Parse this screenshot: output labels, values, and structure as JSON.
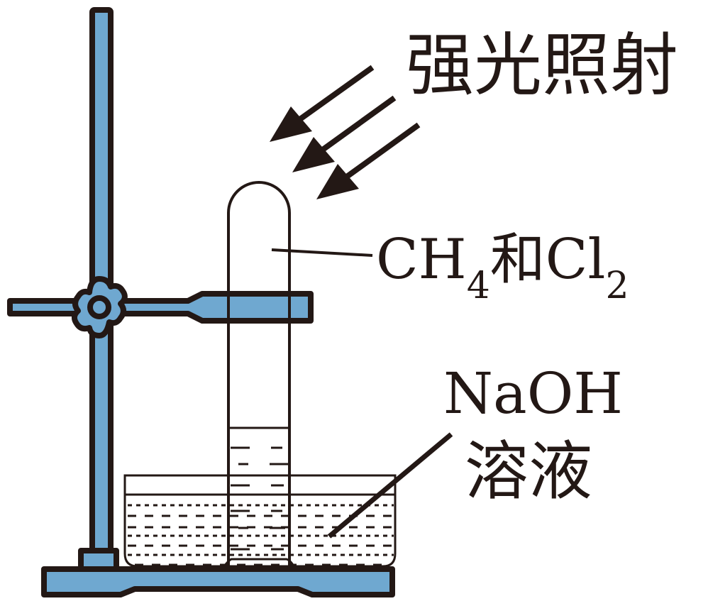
{
  "labels": {
    "light": "强光照射",
    "gas_main": "CH",
    "gas_sub1": "4",
    "gas_and": "和Cl",
    "gas_sub2": "2",
    "solution_line1": "NaOH",
    "solution_line2": "溶液"
  },
  "colors": {
    "metal": "#6fa8d0",
    "outline": "#231815",
    "background": "#ffffff"
  }
}
